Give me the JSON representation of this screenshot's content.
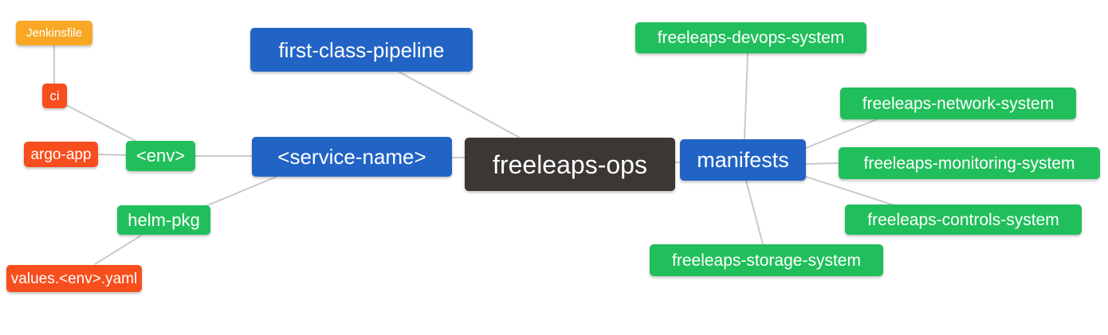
{
  "diagram": {
    "title": "freeleaps-ops repository mind map",
    "colors": {
      "orange": "#f9a825",
      "red": "#f84e1d",
      "green": "#21bf5b",
      "blue": "#2264c5",
      "dark": "#3b3734",
      "edge": "#c9c9c9",
      "node_text": "#ffffff"
    },
    "nodes": [
      {
        "id": "jenkinsfile",
        "label": "Jenkinsfile",
        "color": "#f9a825"
      },
      {
        "id": "ci",
        "label": "ci",
        "color": "#f84e1d"
      },
      {
        "id": "argo-app",
        "label": "argo-app",
        "color": "#f84e1d"
      },
      {
        "id": "env",
        "label": "<env>",
        "color": "#21bf5b"
      },
      {
        "id": "helm-pkg",
        "label": "helm-pkg",
        "color": "#21bf5b"
      },
      {
        "id": "values-env-yaml",
        "label": "values.<env>.yaml",
        "color": "#f84e1d"
      },
      {
        "id": "first-class-pipeline",
        "label": "first-class-pipeline",
        "color": "#2264c5"
      },
      {
        "id": "service-name",
        "label": "<service-name>",
        "color": "#2264c5"
      },
      {
        "id": "freeleaps-ops",
        "label": "freeleaps-ops",
        "color": "#3b3734"
      },
      {
        "id": "manifests",
        "label": "manifests",
        "color": "#2264c5"
      },
      {
        "id": "freeleaps-devops-system",
        "label": "freeleaps-devops-system",
        "color": "#21bf5b"
      },
      {
        "id": "freeleaps-network-system",
        "label": "freeleaps-network-system",
        "color": "#21bf5b"
      },
      {
        "id": "freeleaps-monitoring-system",
        "label": "freeleaps-monitoring-system",
        "color": "#21bf5b"
      },
      {
        "id": "freeleaps-controls-system",
        "label": "freeleaps-controls-system",
        "color": "#21bf5b"
      },
      {
        "id": "freeleaps-storage-system",
        "label": "freeleaps-storage-system",
        "color": "#21bf5b"
      }
    ],
    "edges": [
      {
        "from": "jenkinsfile",
        "to": "ci"
      },
      {
        "from": "ci",
        "to": "env"
      },
      {
        "from": "argo-app",
        "to": "env"
      },
      {
        "from": "env",
        "to": "service-name"
      },
      {
        "from": "helm-pkg",
        "to": "service-name"
      },
      {
        "from": "values-env-yaml",
        "to": "helm-pkg"
      },
      {
        "from": "first-class-pipeline",
        "to": "freeleaps-ops"
      },
      {
        "from": "service-name",
        "to": "freeleaps-ops"
      },
      {
        "from": "freeleaps-ops",
        "to": "manifests"
      },
      {
        "from": "manifests",
        "to": "freeleaps-devops-system"
      },
      {
        "from": "manifests",
        "to": "freeleaps-network-system"
      },
      {
        "from": "manifests",
        "to": "freeleaps-monitoring-system"
      },
      {
        "from": "manifests",
        "to": "freeleaps-controls-system"
      },
      {
        "from": "manifests",
        "to": "freeleaps-storage-system"
      }
    ]
  }
}
